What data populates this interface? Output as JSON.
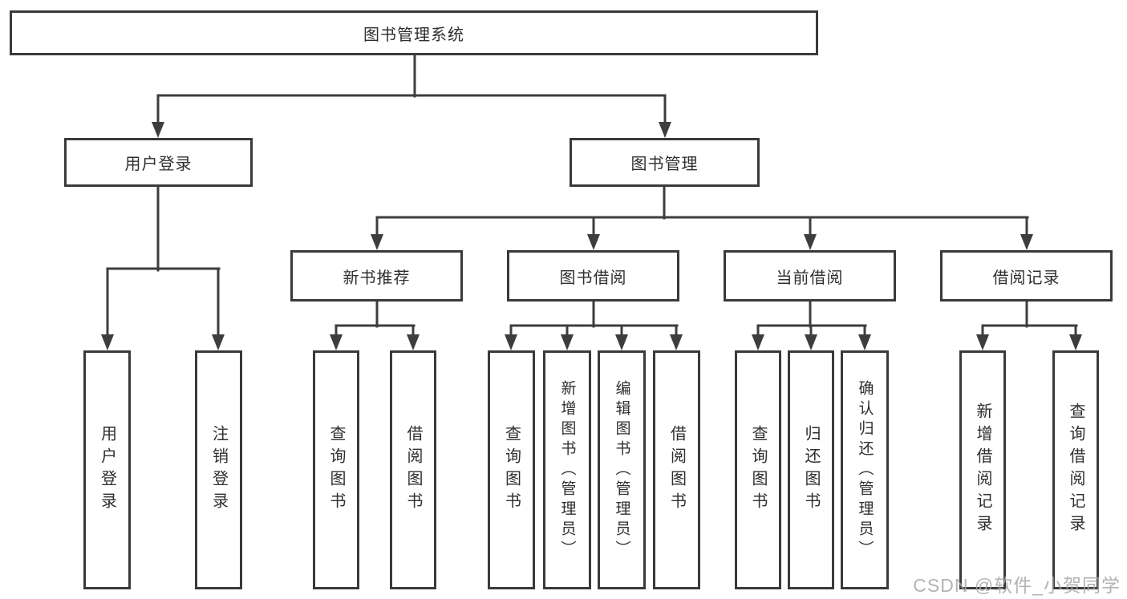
{
  "diagram": {
    "root": {
      "label": "图书管理系统"
    },
    "level2": [
      {
        "label": "用户登录"
      },
      {
        "label": "图书管理"
      }
    ],
    "level3": [
      {
        "label": "新书推荐"
      },
      {
        "label": "图书借阅"
      },
      {
        "label": "当前借阅"
      },
      {
        "label": "借阅记录"
      }
    ],
    "leaves": {
      "user": [
        {
          "label": "用户登录"
        },
        {
          "label": "注销登录"
        }
      ],
      "new_book": [
        {
          "label": "查询图书"
        },
        {
          "label": "借阅图书"
        }
      ],
      "borrow": [
        {
          "label": "查询图书"
        },
        {
          "label": "新增图书（管理员）"
        },
        {
          "label": "编辑图书（管理员）"
        },
        {
          "label": "借阅图书"
        }
      ],
      "current": [
        {
          "label": "查询图书"
        },
        {
          "label": "归还图书"
        },
        {
          "label": "确认归还（管理员）"
        }
      ],
      "records": [
        {
          "label": "新增借阅记录"
        },
        {
          "label": "查询借阅记录"
        }
      ]
    }
  },
  "watermark": {
    "text": "CSDN @软件_小贺同学"
  },
  "colors": {
    "line": "#3d3d3d",
    "box_border": "#3a3a3a",
    "text": "#2f2f2f",
    "watermark": "#a6a6a6",
    "background": "#ffffff"
  }
}
